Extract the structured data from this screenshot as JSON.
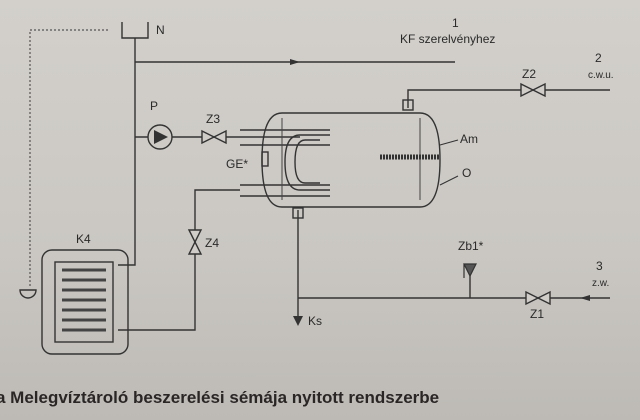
{
  "diagram": {
    "labels": {
      "expansion_tank": "N",
      "outlet_number": "1",
      "outlet_text": "KF szerelvényhez",
      "hot_water_number": "2",
      "hot_water_text": "c.w.u.",
      "valve_z2": "Z2",
      "pump": "P",
      "valve_z3": "Z3",
      "ge": "GE*",
      "anode": "Am",
      "casing": "O",
      "boiler": "K4",
      "valve_z4": "Z4",
      "safety_valve": "Zb1*",
      "cold_water_number": "3",
      "cold_water_text": "z.w.",
      "valve_z1": "Z1",
      "drain": "Ks"
    }
  },
  "caption": "a Melegvíztároló beszerelési sémája nyitott rendszerbe"
}
